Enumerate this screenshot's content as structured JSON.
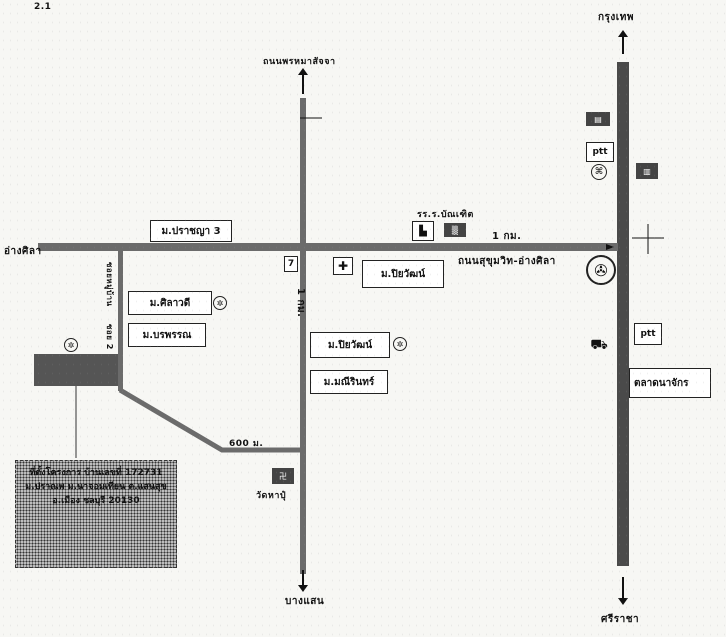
{
  "top_label": "2.1",
  "destinations": {
    "north_right": "กรุงเทพ",
    "south_right": "ศรีราชา",
    "north_center": "ถนนพรหมาสัจจา",
    "south_center": "บางแสน",
    "west": "อ่างศิลา"
  },
  "road_labels": {
    "main_road": "ถนนสุขุมวิท-อ่างศิลา",
    "distance_horizontal": "1 กม.",
    "distance_vertical": "1 กม.",
    "distance_diagonal": "600 ม.",
    "side_road_left": "ซอยหมู่บ้าน",
    "side_road_left2": "ซอย 2"
  },
  "places": {
    "school": "รร.ร.บัณเฑิต",
    "village_prachaya": "ม.ปราชญา 3",
    "village_siwari": "ม.ศิลาวดี",
    "village_burapa": "ม.บรพรรณ",
    "village_piyawat_top": "ม.ปิยวัฒน์",
    "village_piyawat_mid": "ม.ปิยวัฒน์",
    "village_manee": "ม.มณีรินทร์",
    "wat": "วัดหาปุ๋",
    "market": "ตลาดนาจักร",
    "ptt_top": "ptt",
    "ptt_bottom": "ptt",
    "seven_eleven": "7",
    "pink_house": "",
    "info_box_text": "ที่ตั้งโครงการ บ้านเลขที่ 172731 ม.ปราณพ ม.นาจอมเทียน ต.แสนสุข อ.เมือง ชลบุรี 20130"
  }
}
